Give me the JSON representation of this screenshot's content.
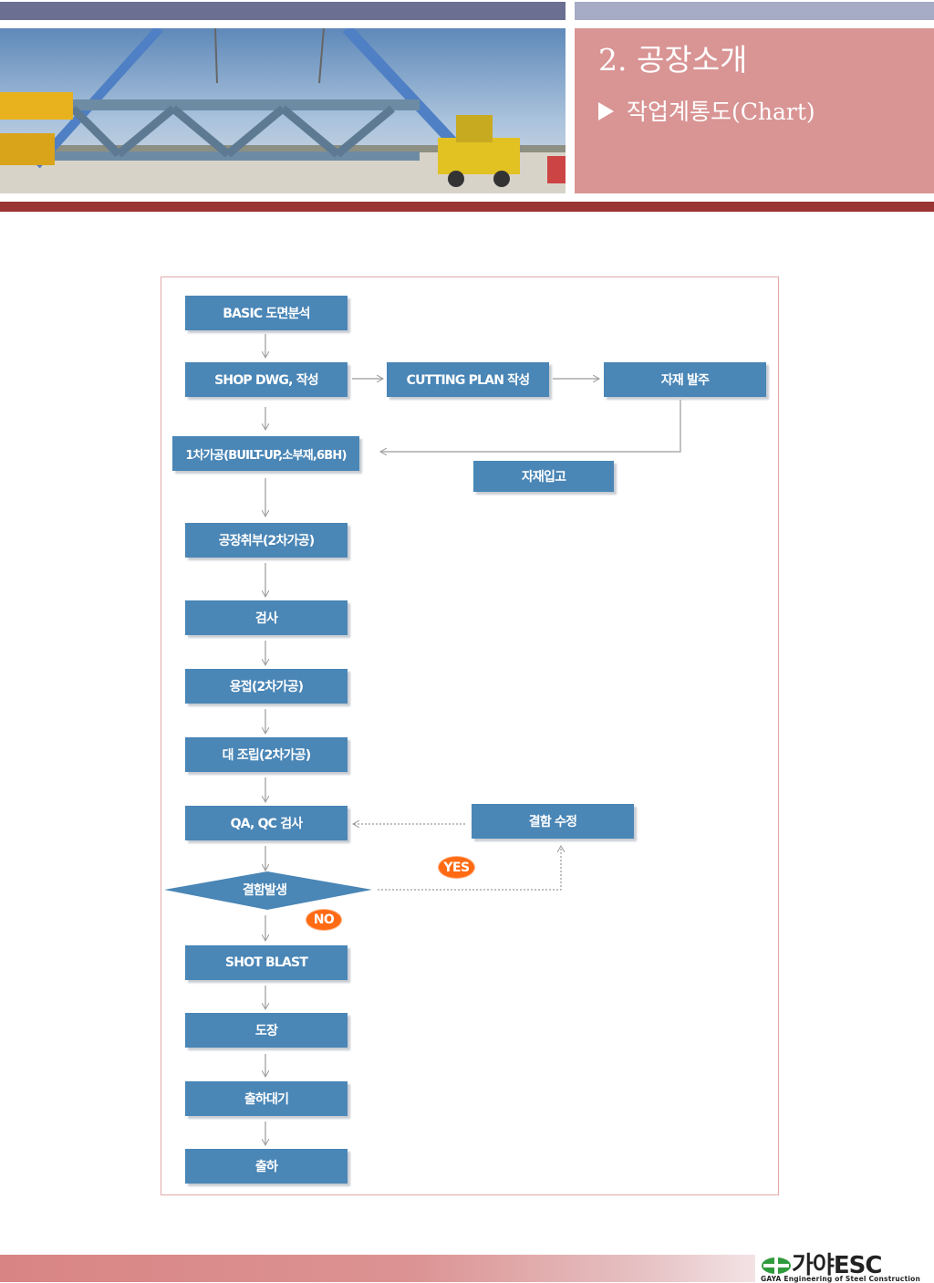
{
  "header": {
    "title": "2. 공장소개",
    "subtitle": "작업계통도(Chart)"
  },
  "flow": {
    "basic": "BASIC 도면분석",
    "shop": "SHOP DWG, 작성",
    "cutting": "CUTTING PLAN 작성",
    "order": "자재 발주",
    "first": "1차가공(BUILT-UP,소부재,6BH)",
    "receive": "자재입고",
    "assembly": "공장취부(2차가공)",
    "inspect": "검사",
    "weld": "용접(2차가공)",
    "major": "대 조립(2차가공)",
    "qaqc": "QA, QC 검사",
    "fix": "결함 수정",
    "decision": "결함발생",
    "yes": "YES",
    "no": "NO",
    "blast": "SHOT BLAST",
    "paint": "도장",
    "wait": "출하대기",
    "ship": "출하"
  },
  "footer": {
    "logo_text": "가야ESC",
    "logo_sub": "GAYA Engineering of Steel Construction"
  },
  "colors": {
    "box": "#4a86b6",
    "badge": "#ff6a13",
    "title_panel": "#d99494",
    "accent_bar": "#9b3434"
  },
  "icons": {
    "bullet": "play-triangle-icon",
    "logo_mark": "gaya-logo-icon"
  }
}
